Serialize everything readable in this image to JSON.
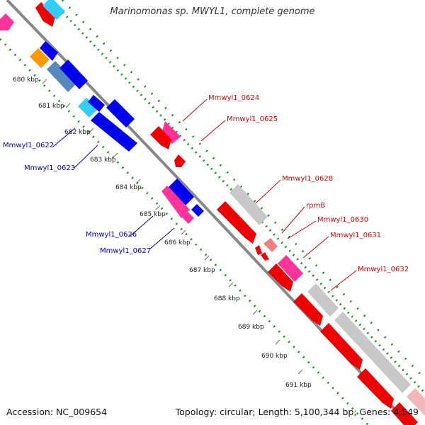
{
  "title": "Marinomonas sp. MWYL1, complete genome",
  "footer": {
    "accession": "Accession: NC_009654",
    "summary": "Topology: circular; Length: 5,100,344 bp; Genes: 4,549"
  },
  "colors": {
    "backbone": "#888888",
    "gc_dots": "#228B22",
    "label_red": "#dd0000",
    "label_blue": "#0000cc",
    "tick_text": "#222222"
  },
  "ticks": [
    "680 kbp",
    "681 kbp",
    "682 kbp",
    "683 kbp",
    "684 kbp",
    "685 kbp",
    "686 kbp",
    "687 kbp",
    "688 kbp",
    "689 kbp",
    "690 kbp",
    "691 kbp"
  ],
  "gene_labels_forward": [
    "Mmwyl1_0624",
    "Mmwyl1_0625",
    "Mmwyl1_0628",
    "rpmB",
    "Mmwyl1_0630",
    "Mmwyl1_0631",
    "Mmwyl1_0632"
  ],
  "gene_labels_reverse": [
    "Mmwyl1_0622",
    "Mmwyl1_0623",
    "Mmwyl1_0626",
    "Mmwyl1_0627"
  ]
}
